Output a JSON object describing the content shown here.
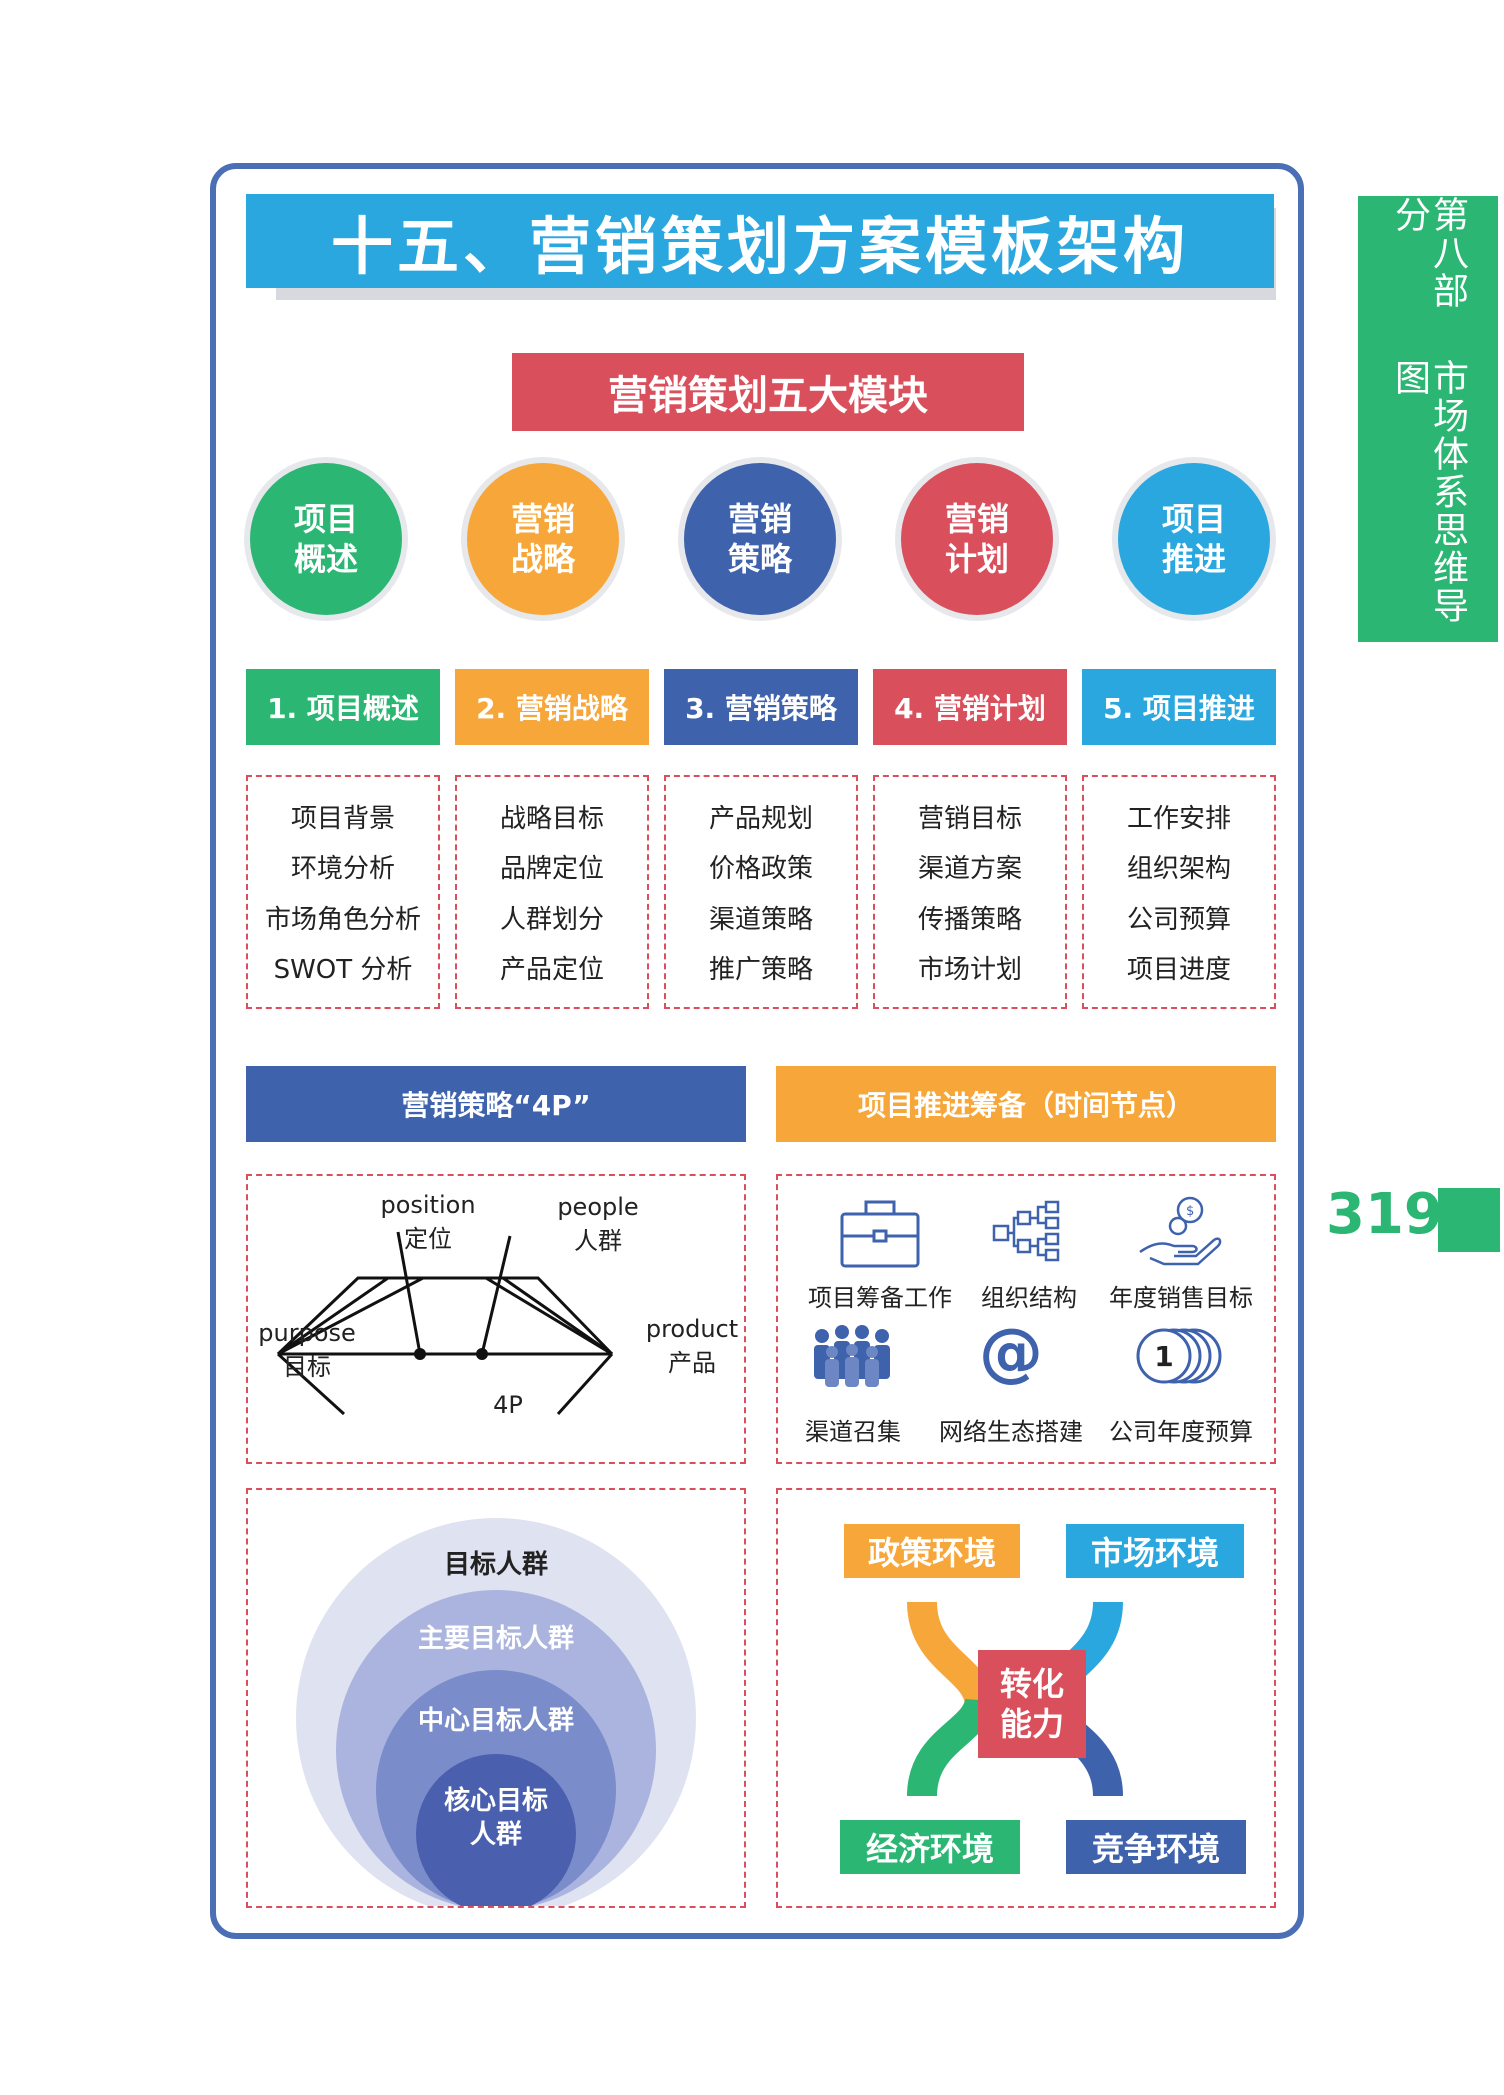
{
  "title": "十五、营销策划方案模板架构",
  "side_tab": {
    "part": "第八部分",
    "name": "市场体系思维导图"
  },
  "page_number": "319",
  "five_modules": {
    "title": "营销策划五大模块",
    "circles": [
      {
        "line1": "项目",
        "line2": "概述",
        "color": "#2bb673"
      },
      {
        "line1": "营销",
        "line2": "战略",
        "color": "#f7a63a"
      },
      {
        "line1": "营销",
        "line2": "策略",
        "color": "#3f62ad"
      },
      {
        "line1": "营销",
        "line2": "计划",
        "color": "#d94f5c"
      },
      {
        "line1": "项目",
        "line2": "推进",
        "color": "#2aa7df"
      }
    ]
  },
  "modules": [
    {
      "heading": "1. 项目概述",
      "color": "#2bb673",
      "items": [
        "项目背景",
        "环境分析",
        "市场角色分析",
        "SWOT 分析"
      ]
    },
    {
      "heading": "2. 营销战略",
      "color": "#f7a63a",
      "items": [
        "战略目标",
        "品牌定位",
        "人群划分",
        "产品定位"
      ]
    },
    {
      "heading": "3. 营销策略",
      "color": "#3f62ad",
      "items": [
        "产品规划",
        "价格政策",
        "渠道策略",
        "推广策略"
      ]
    },
    {
      "heading": "4. 营销计划",
      "color": "#d94f5c",
      "items": [
        "营销目标",
        "渠道方案",
        "传播策略",
        "市场计划"
      ]
    },
    {
      "heading": "5. 项目推进",
      "color": "#2aa7df",
      "items": [
        "工作安排",
        "组织架构",
        "公司预算",
        "项目进度"
      ]
    }
  ],
  "strategy_4p": {
    "heading": "营销策略“4P”",
    "position_en": "position",
    "position_cn": "定位",
    "people_en": "people",
    "people_cn": "人群",
    "purpose_en": "purpose",
    "purpose_cn": "目标",
    "product_en": "product",
    "product_cn": "产品",
    "center": "4P"
  },
  "timeline": {
    "heading": "项目推进筹备（时间节点）",
    "items": [
      {
        "label": "项目筹备工作",
        "icon": "briefcase-icon"
      },
      {
        "label": "组织结构",
        "icon": "org-chart-icon"
      },
      {
        "label": "年度销售目标",
        "icon": "hand-coins-icon"
      },
      {
        "label": "渠道召集",
        "icon": "people-group-icon"
      },
      {
        "label": "网络生态搭建",
        "icon": "at-sign-icon"
      },
      {
        "label": "公司年度预算",
        "icon": "coin-stack-icon"
      }
    ],
    "coin_text": "1"
  },
  "target_groups": {
    "outer": "目标人群",
    "second": "主要目标人群",
    "third": "中心目标人群",
    "core_line1": "核心目标",
    "core_line2": "人群"
  },
  "environment": {
    "policy": "政策环境",
    "market": "市场环境",
    "economy": "经济环境",
    "competition": "竞争环境",
    "core_line1": "转化",
    "core_line2": "能力"
  }
}
